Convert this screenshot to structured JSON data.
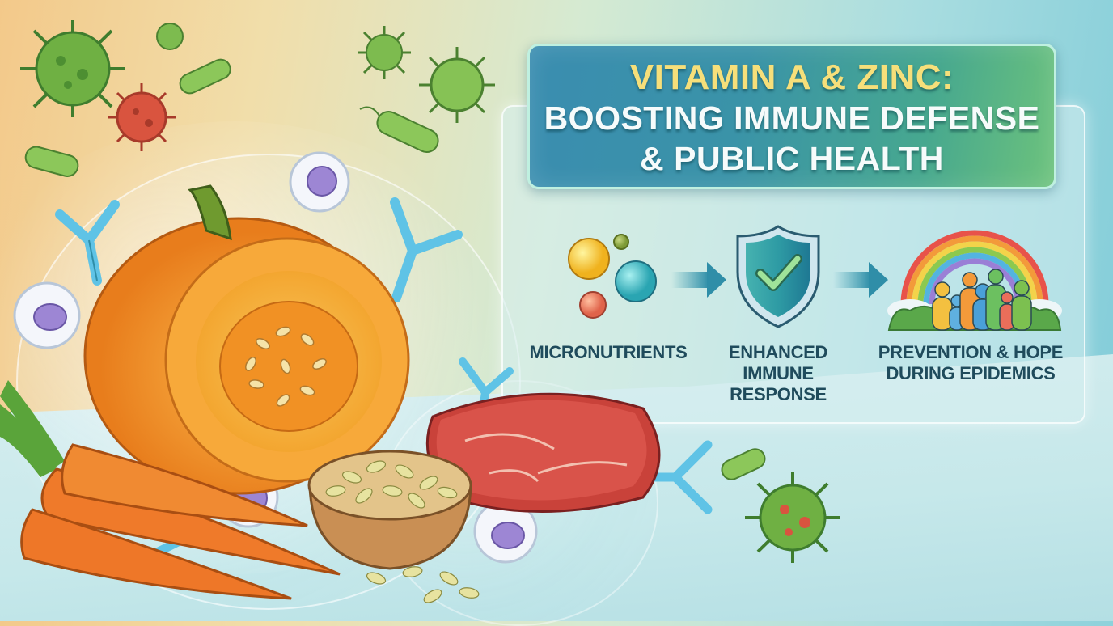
{
  "title": {
    "line1": "VITAMIN A & ZINC:",
    "line2": "BOOSTING IMMUNE DEFENSE",
    "line3": "& PUBLIC HEALTH"
  },
  "flow": {
    "steps": [
      {
        "label": "MICRONUTRIENTS",
        "icon": "micronutrient-spheres-icon"
      },
      {
        "label_lines": [
          "ENHANCED",
          "IMMUNE",
          "RESPONSE"
        ],
        "icon": "shield-check-icon"
      },
      {
        "label_lines": [
          "PREVENTION & HOPE",
          "DURING EPIDEMICS"
        ],
        "icon": "rainbow-community-icon"
      }
    ],
    "arrows": [
      "arrow-right-icon",
      "arrow-right-icon"
    ]
  },
  "illustration": {
    "foods": [
      "pumpkin",
      "carrots",
      "pumpkin-seeds-bowl",
      "red-meat-steak",
      "loose-seeds"
    ],
    "immune_elements": [
      "antibodies",
      "white-blood-cells",
      "viruses",
      "bacteria",
      "protective-bubble"
    ]
  },
  "colors": {
    "title_yellow": "#f6df7a",
    "title_white": "#f6fbfb",
    "title_bg_start": "#3a8db0",
    "title_bg_end": "#6cc27c",
    "label_text": "#1f4b5c",
    "pumpkin": "#f29a2e",
    "virus_green": "#6fb043",
    "virus_red": "#d9543f",
    "antibody_blue": "#5fc3e6"
  }
}
